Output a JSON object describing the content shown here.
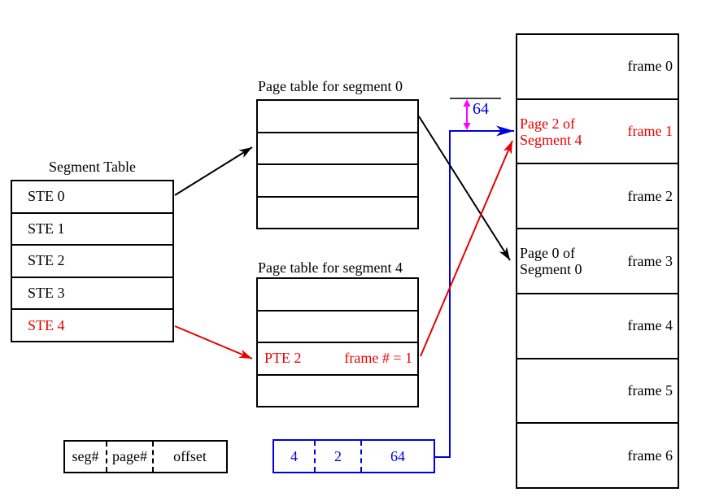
{
  "colors": {
    "red": "#e80000",
    "blue": "#0000dd",
    "magenta": "#ff00ff",
    "black": "#000000"
  },
  "segment_table": {
    "title": "Segment Table",
    "rows": [
      {
        "label": "STE 0",
        "highlight": false
      },
      {
        "label": "STE 1",
        "highlight": false
      },
      {
        "label": "STE 2",
        "highlight": false
      },
      {
        "label": "STE 3",
        "highlight": false
      },
      {
        "label": "STE 4",
        "highlight": true
      }
    ]
  },
  "page_table_segment_0": {
    "title": "Page table for segment 0",
    "rows": [
      "",
      "",
      "",
      ""
    ]
  },
  "page_table_segment_4": {
    "title": "Page table for segment 4",
    "rows": [
      {
        "left": "",
        "right": "",
        "highlight": false
      },
      {
        "left": "",
        "right": "",
        "highlight": false
      },
      {
        "left": "PTE 2",
        "right": "frame # = 1",
        "highlight": true
      },
      {
        "left": "",
        "right": "",
        "highlight": false
      }
    ]
  },
  "physical_memory": {
    "frames": [
      {
        "label": "frame 0",
        "content": [
          "",
          ""
        ],
        "highlight": false
      },
      {
        "label": "frame 1",
        "content": [
          "Page 2 of",
          "Segment 4"
        ],
        "highlight": true
      },
      {
        "label": "frame 2",
        "content": [
          "",
          ""
        ],
        "highlight": false
      },
      {
        "label": "frame 3",
        "content": [
          "Page 0 of",
          "Segment 0"
        ],
        "highlight": false
      },
      {
        "label": "frame 4",
        "content": [
          "",
          ""
        ],
        "highlight": false
      },
      {
        "label": "frame 5",
        "content": [
          "",
          ""
        ],
        "highlight": false
      },
      {
        "label": "frame 6",
        "content": [
          "",
          ""
        ],
        "highlight": false
      }
    ]
  },
  "logical_address_format": {
    "fields": [
      "seg#",
      "page#",
      "offset"
    ]
  },
  "logical_address_example": {
    "fields": [
      "4",
      "2",
      "64"
    ]
  },
  "offset_annotation": "64"
}
